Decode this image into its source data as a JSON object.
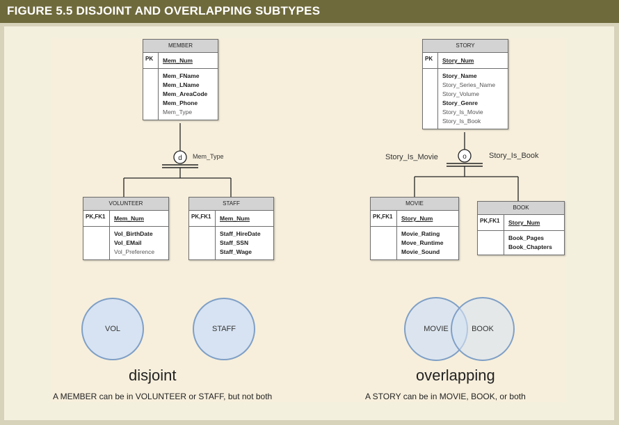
{
  "title": "FIGURE 5.5  DISJOINT AND OVERLAPPING SUBTYPES",
  "left": {
    "supertype": {
      "name": "MEMBER",
      "key_label": "PK",
      "key_attr": "Mem_Num",
      "attrs": [
        "Mem_FName",
        "Mem_LName",
        "Mem_AreaCode",
        "Mem_Phone",
        "Mem_Type"
      ],
      "attr_required": [
        true,
        true,
        true,
        true,
        false
      ]
    },
    "symbol": "d",
    "discriminator": "Mem_Type",
    "subtypes": [
      {
        "name": "VOLUNTEER",
        "key_label": "PK,FK1",
        "key_attr": "Mem_Num",
        "attrs": [
          "Vol_BirthDate",
          "Vol_EMail",
          "Vol_Preference"
        ],
        "attr_required": [
          true,
          true,
          false
        ]
      },
      {
        "name": "STAFF",
        "key_label": "PK,FK1",
        "key_attr": "Mem_Num",
        "attrs": [
          "Staff_HireDate",
          "Staff_SSN",
          "Staff_Wage"
        ],
        "attr_required": [
          true,
          true,
          true
        ]
      }
    ],
    "venn": [
      "VOL",
      "STAFF"
    ],
    "caption": "disjoint",
    "description": "A MEMBER can be in VOLUNTEER or STAFF, but not both"
  },
  "right": {
    "supertype": {
      "name": "STORY",
      "key_label": "PK",
      "key_attr": "Story_Num",
      "attrs": [
        "Story_Name",
        "Story_Series_Name",
        "Story_Volume",
        "Story_Genre",
        "Story_Is_Movie",
        "Story_Is_Book"
      ],
      "attr_required": [
        true,
        false,
        false,
        true,
        false,
        false
      ]
    },
    "symbol": "o",
    "discriminator_left": "Story_Is_Movie",
    "discriminator_right": "Story_Is_Book",
    "subtypes": [
      {
        "name": "MOVIE",
        "key_label": "PK,FK1",
        "key_attr": "Story_Num",
        "attrs": [
          "Movie_Rating",
          "Move_Runtime",
          "Movie_Sound"
        ],
        "attr_required": [
          true,
          true,
          true
        ]
      },
      {
        "name": "BOOK",
        "key_label": "PK,FK1",
        "key_attr": "Story_Num",
        "attrs": [
          "Book_Pages",
          "Book_Chapters"
        ],
        "attr_required": [
          true,
          true
        ]
      }
    ],
    "venn": [
      "MOVIE",
      "BOOK"
    ],
    "caption": "overlapping",
    "description": "A STORY can be in MOVIE, BOOK, or both"
  },
  "colors": {
    "title_bar": "#6f6a3c",
    "venn_fill": "#d7e3f2",
    "venn_stroke": "#7f9fc6",
    "entity_header": "#d3d3d3"
  }
}
